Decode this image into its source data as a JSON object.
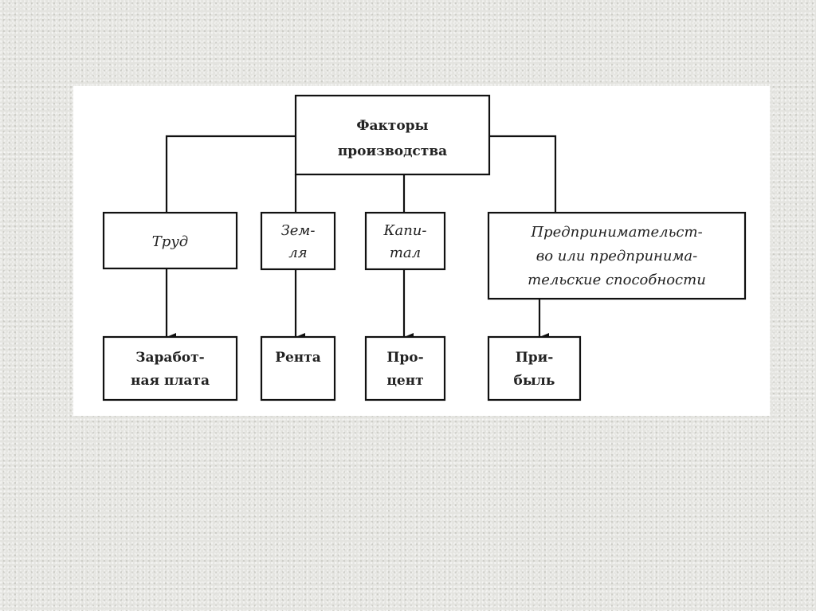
{
  "diagram": {
    "root": {
      "lines": [
        "Факторы",
        "производства"
      ]
    },
    "factors": [
      {
        "lines": [
          "Труд"
        ]
      },
      {
        "lines": [
          "Зем-",
          "ля"
        ]
      },
      {
        "lines": [
          "Капи-",
          "тал"
        ]
      },
      {
        "lines": [
          "Предпринимательст-",
          "во или предпринима-",
          "тельские способности"
        ]
      }
    ],
    "incomes": [
      {
        "lines": [
          "Заработ-",
          "ная плата"
        ]
      },
      {
        "lines": [
          "Рента"
        ]
      },
      {
        "lines": [
          "Про-",
          "цент"
        ]
      },
      {
        "lines": [
          "При-",
          "быль"
        ]
      }
    ]
  }
}
